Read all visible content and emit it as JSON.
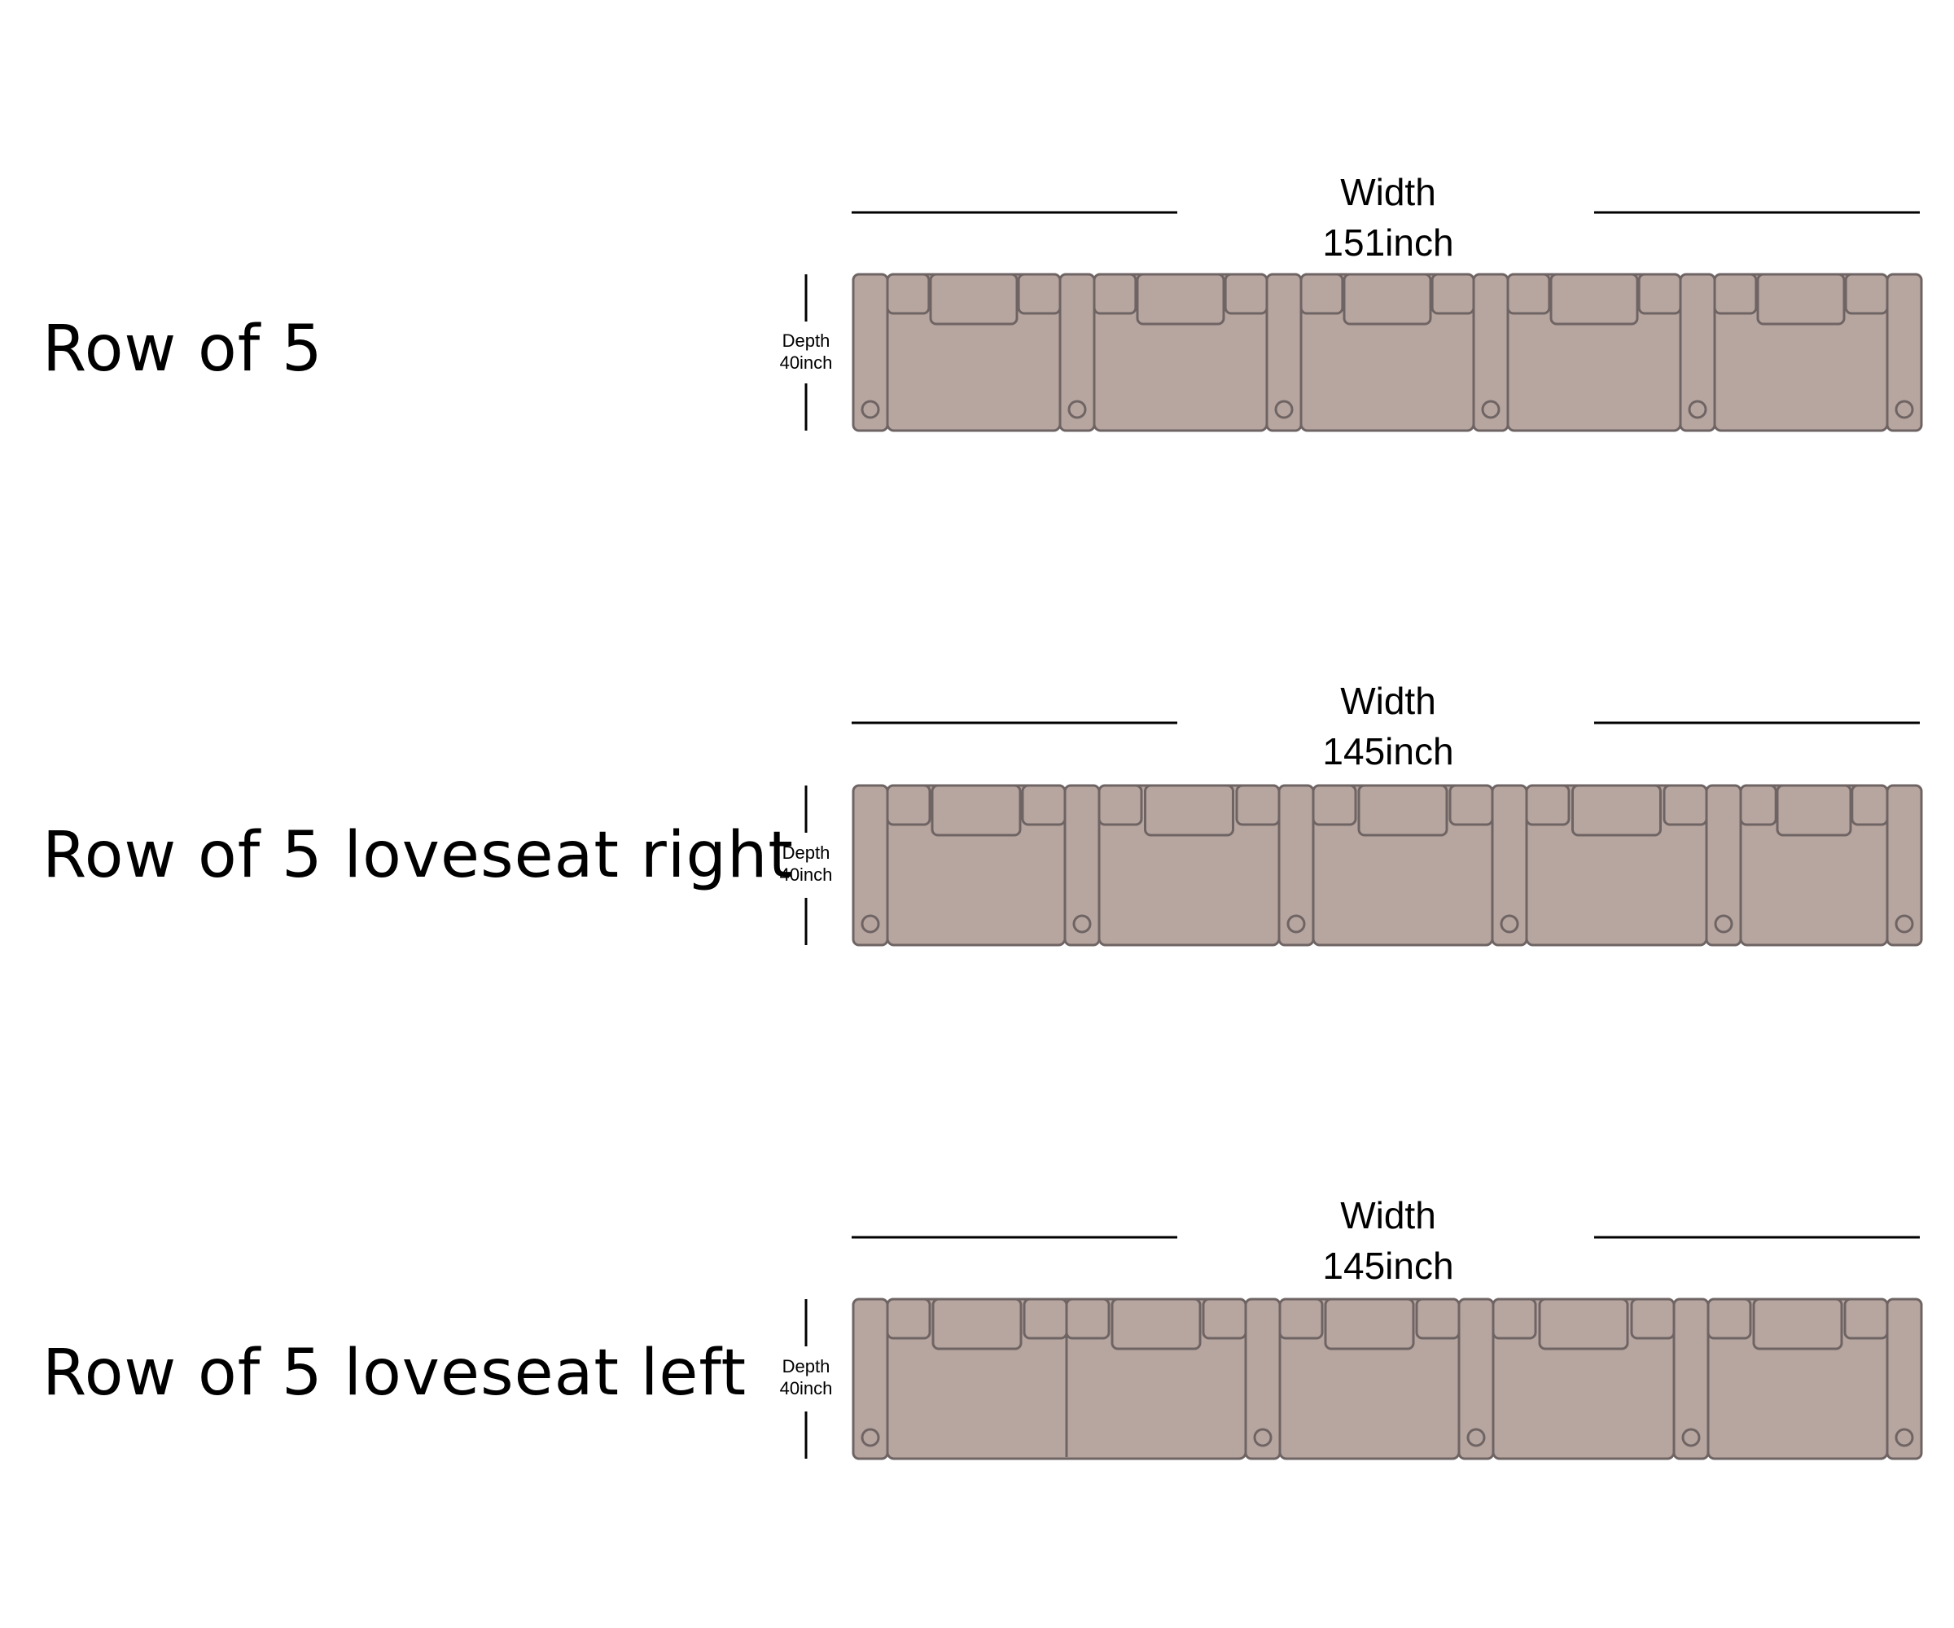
{
  "colors": {
    "upholstery_fill": "#b7a69f",
    "upholstery_stroke": "#6f6464",
    "dimension_line": "#000000"
  },
  "configurations": [
    {
      "title": "Row of 5",
      "width_heading": "Width",
      "width_value": "151inch",
      "depth_heading": "Depth",
      "depth_value": "40inch"
    },
    {
      "title": "Row of 5 loveseat right",
      "width_heading": "Width",
      "width_value": "145inch",
      "depth_heading": "Depth",
      "depth_value": "40inch"
    },
    {
      "title": "Row of 5 loveseat left",
      "width_heading": "Width",
      "width_value": "145inch",
      "depth_heading": "Depth",
      "depth_value": "40inch"
    }
  ]
}
